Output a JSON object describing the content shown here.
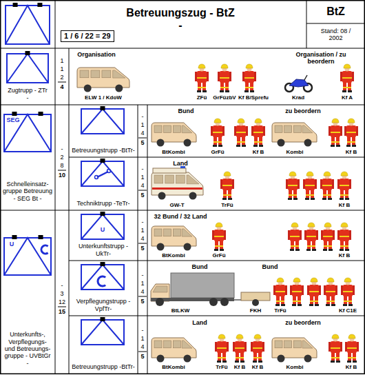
{
  "diagram": {
    "title": "Betreuungszug - BtZ -",
    "nodes": [
      {
        "text": [
          "1 / 6 / 22 = 29"
        ]
      },
      {
        "text": [
          "BtZ",
          "Stand: 08 / 2002"
        ]
      },
      {
        "text": [
          "Zugtrupp - ZTr -"
        ]
      },
      {
        "text": [
          "Schnelleinsatz- gruppe Betreuung - SEG Bt -"
        ]
      },
      {
        "text": [
          "Betreuungstrupp -BtTr-"
        ]
      },
      {
        "text": [
          "Techniktrupp -TeTr-"
        ]
      },
      {
        "text": [
          "Unterkunfts-, Verpflegungs- und Betreuungs- gruppe - UVBtGr -"
        ]
      },
      {
        "text": [
          "Unterkunftstrupp -UkTr-"
        ]
      },
      {
        "text": [
          "Verpflegungstrupp -VpfTr-"
        ]
      },
      {
        "text": [
          "Betreuungstrupp -BtTr-"
        ]
      }
    ],
    "labels": [
      "1",
      "1",
      "2",
      "4",
      "Organisation",
      "ELW 1 / KdoW",
      "ZFü",
      "GrFüzbV",
      "Kf B/Sprefu",
      "Organisation / zu beordern",
      "Krad",
      "Kf A",
      "SEG",
      "-",
      "2",
      "8",
      "10",
      "-",
      "1",
      "4",
      "5",
      "Bund",
      "zu beordern",
      "BtKombi",
      "GrFü",
      "Kf B",
      "Kombi",
      "Kf B",
      "-",
      "1",
      "4",
      "5",
      "Land",
      "GW-T",
      "TrFü",
      "Kf B",
      "U",
      "-",
      "3",
      "12",
      "15",
      "U",
      "-",
      "1",
      "4",
      "5",
      "32 Bund / 32 Land",
      "BtKombi",
      "GrFü",
      "Kf B",
      "-",
      "1",
      "4",
      "5",
      "Bund",
      "Bund",
      "BtLKW",
      "FKH",
      "TrFü",
      "Kf C1E",
      "-",
      "1",
      "4",
      "5",
      "Land",
      "zu beordern",
      "BtKombi",
      "TrFü",
      "Kf B",
      "Kf B",
      "Kombi",
      "Kf B"
    ]
  }
}
